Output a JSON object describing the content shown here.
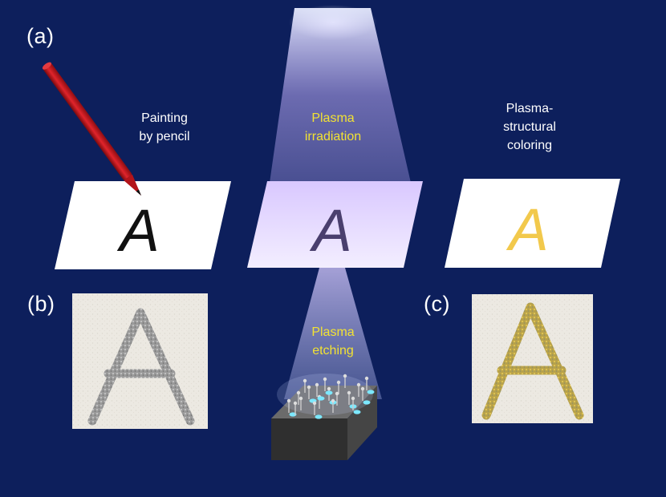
{
  "panel_labels": {
    "a": "(a)",
    "b": "(b)",
    "c": "(c)"
  },
  "steps": [
    {
      "lines": [
        "Painting",
        "by pencil"
      ],
      "color": "#ffffff"
    },
    {
      "lines": [
        "Plasma",
        "irradiation"
      ],
      "color": "#f2e233"
    },
    {
      "lines": [
        "Plasma-",
        "structural",
        "coloring"
      ],
      "color": "#ffffff"
    }
  ],
  "sheet_letter": "A",
  "letter_colors": {
    "pencil": "#111111",
    "irradiated": "#4a3f6e",
    "colored": "#f2c94c"
  },
  "etching_caption": {
    "lines": [
      "Plasma",
      "etching"
    ],
    "color": "#f2e233"
  },
  "colors": {
    "background": "#0d1f5c",
    "plasma_beam": "#c9b4ff",
    "pencil": "#c8161d",
    "substrate": "#4a4a4a",
    "droplet": "#7ce8ff"
  }
}
